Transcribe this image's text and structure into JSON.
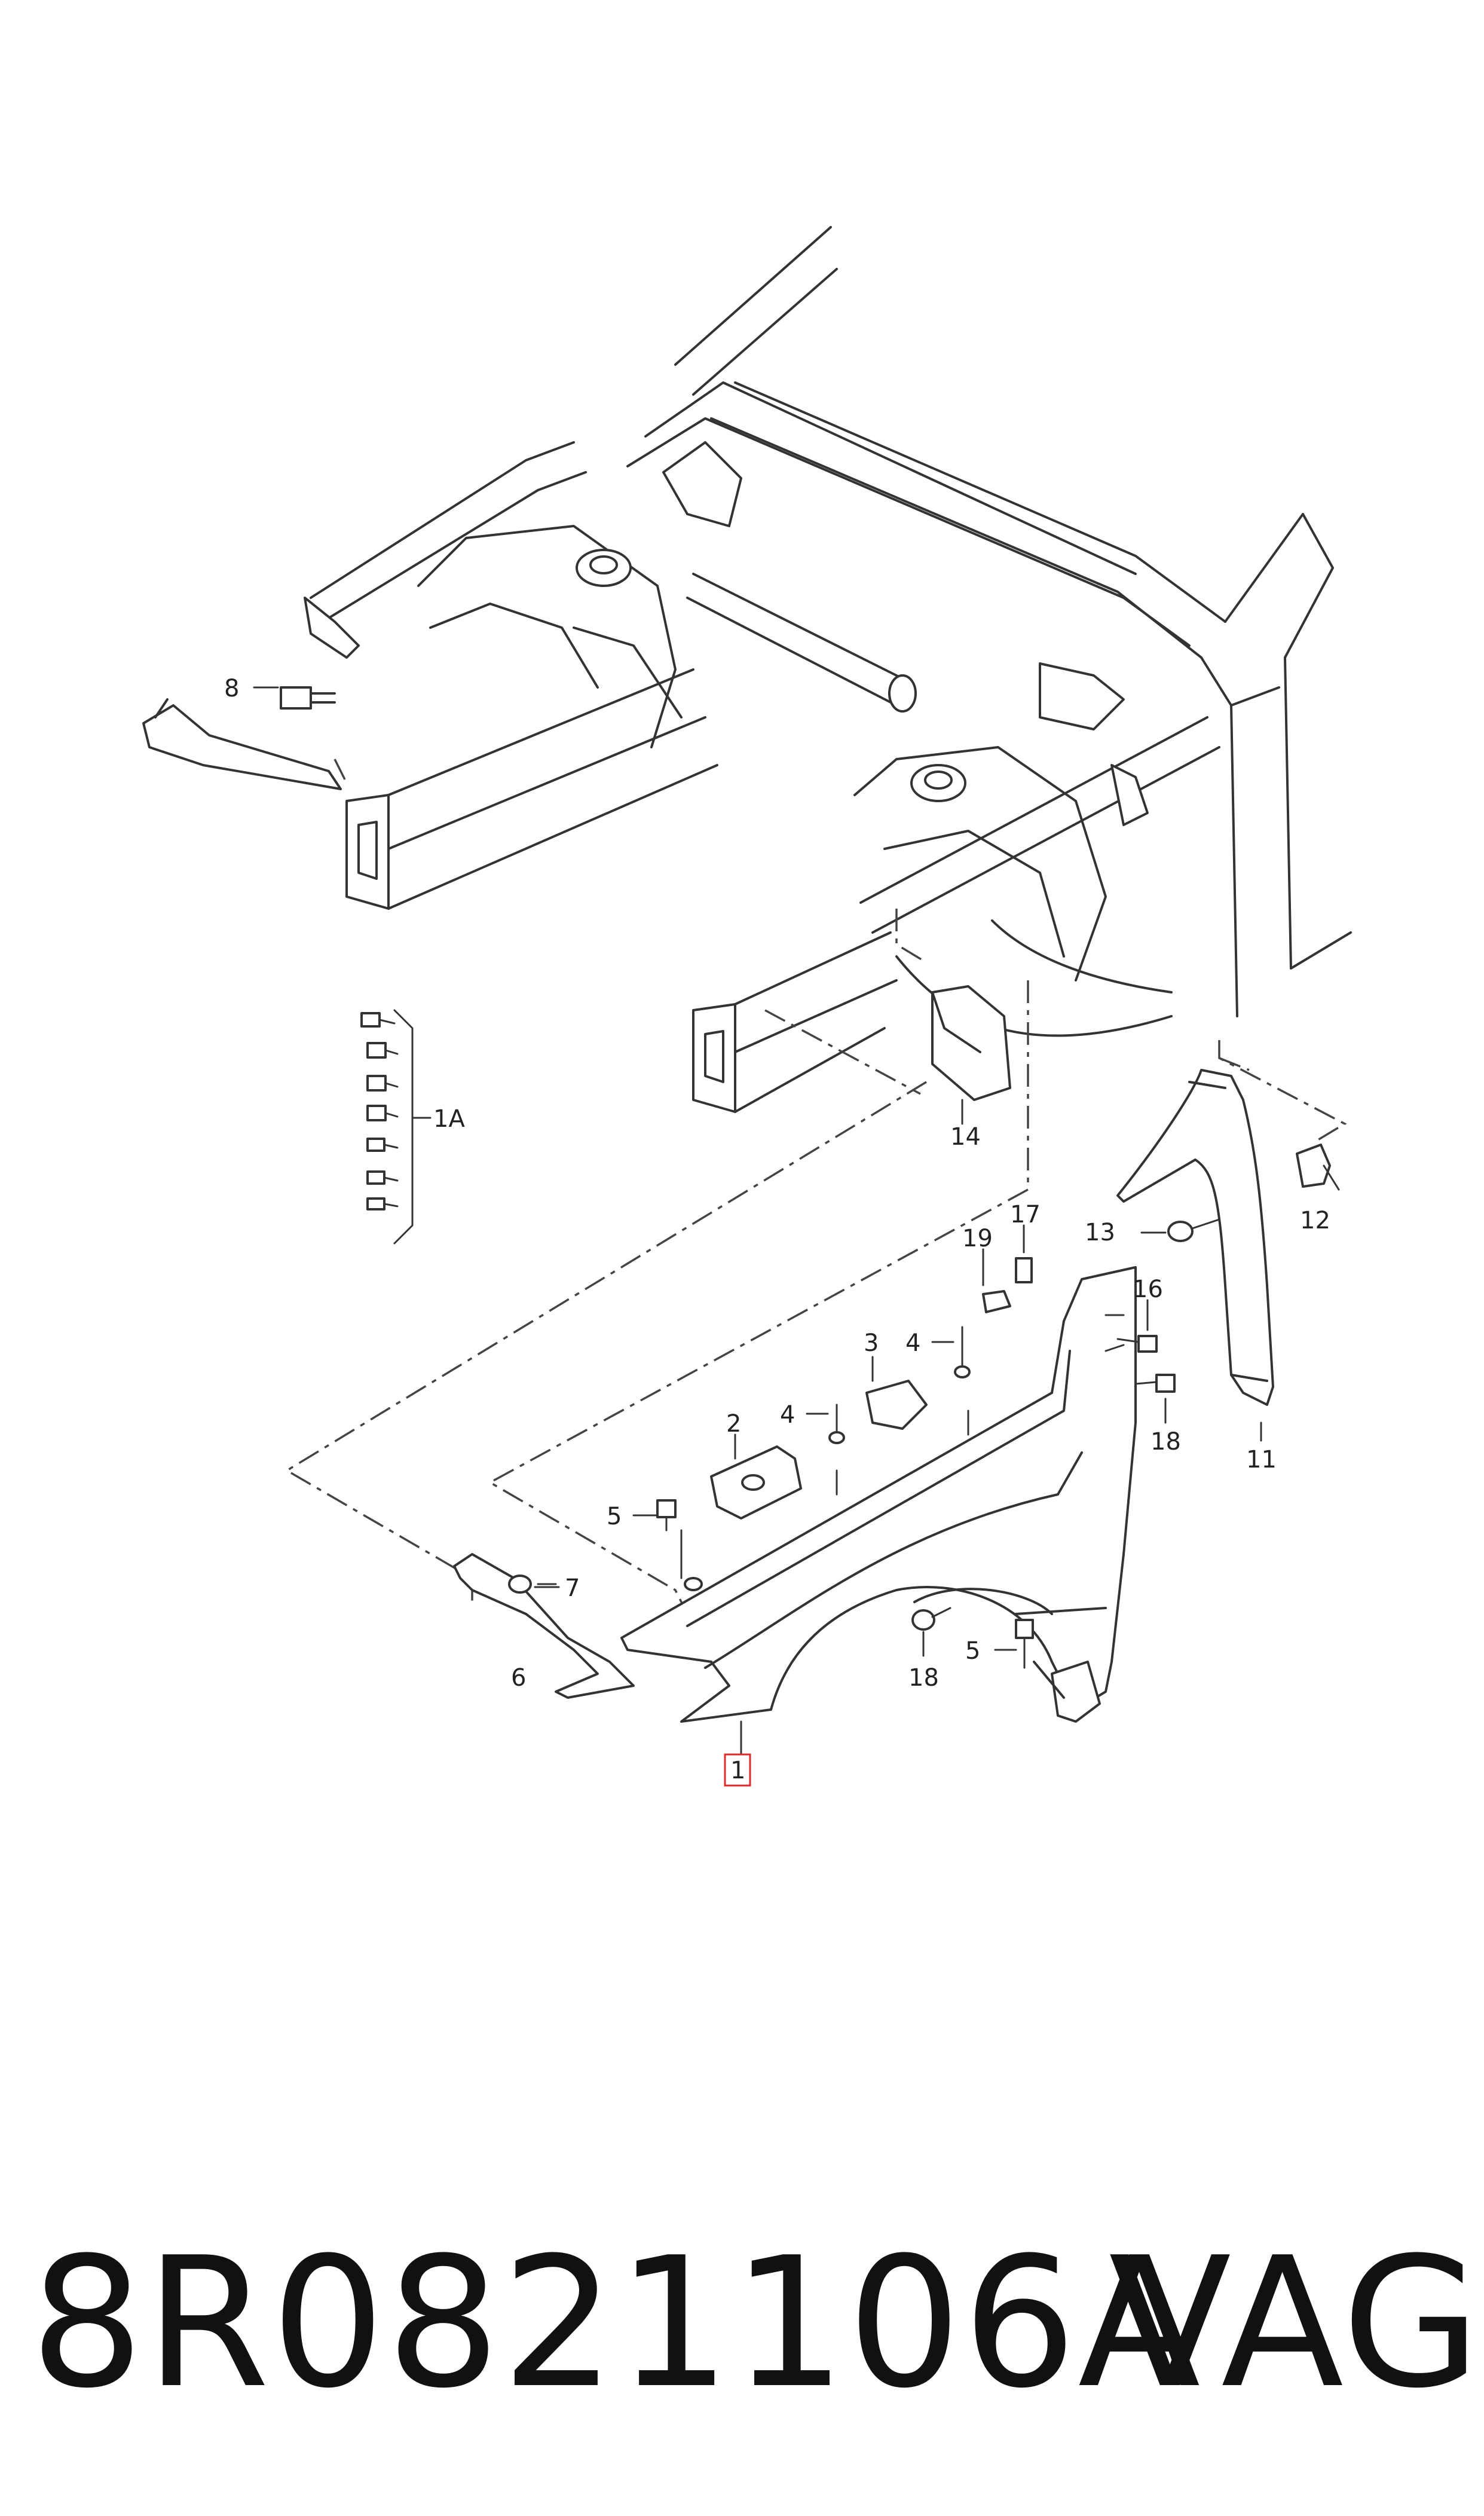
{
  "diagram": {
    "callouts": [
      {
        "id": "c1",
        "text": "1",
        "highlighted": true
      },
      {
        "id": "c1A",
        "text": "1A"
      },
      {
        "id": "c2",
        "text": "2"
      },
      {
        "id": "c3",
        "text": "3"
      },
      {
        "id": "c4a",
        "text": "4"
      },
      {
        "id": "c4b",
        "text": "4"
      },
      {
        "id": "c5a",
        "text": "5"
      },
      {
        "id": "c5b",
        "text": "5"
      },
      {
        "id": "c6",
        "text": "6"
      },
      {
        "id": "c7",
        "text": "7"
      },
      {
        "id": "c8",
        "text": "8"
      },
      {
        "id": "c11",
        "text": "11"
      },
      {
        "id": "c12",
        "text": "12"
      },
      {
        "id": "c13",
        "text": "13"
      },
      {
        "id": "c14",
        "text": "14"
      },
      {
        "id": "c16",
        "text": "16"
      },
      {
        "id": "c17",
        "text": "17"
      },
      {
        "id": "c18a",
        "text": "18"
      },
      {
        "id": "c18b",
        "text": "18"
      },
      {
        "id": "c19",
        "text": "19"
      }
    ],
    "highlight_color": "#e02828"
  },
  "footer": {
    "part_number": "8R0821106A",
    "brand": "VAG"
  }
}
